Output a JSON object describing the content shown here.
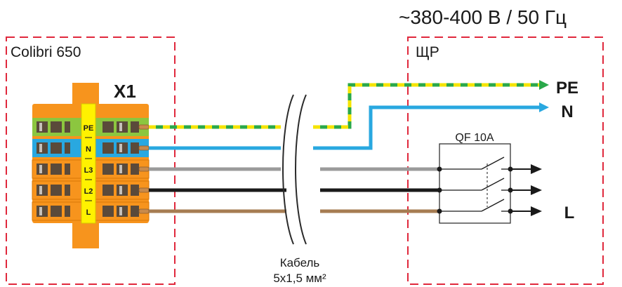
{
  "title": "~380-400 В / 50 Гц",
  "device_box": {
    "label": "Colibri 650",
    "terminal_block": "X1",
    "terminals": [
      "PE",
      "N",
      "L3",
      "L2",
      "L"
    ]
  },
  "panel_box": {
    "label": "ЩР",
    "breaker": "QF 10A",
    "outputs": {
      "pe": "PE",
      "n": "N",
      "l": "L"
    }
  },
  "cable": {
    "line1": "Кабель",
    "line2": "5х1,5 мм²"
  },
  "colors": {
    "frame_dash": "#e0283c",
    "terminal_orange": "#f7941d",
    "terminal_green": "#8cc63f",
    "terminal_blue": "#29a8e0",
    "label_strip": "#fff200",
    "wire_pe_yellow": "#f5e400",
    "wire_pe_green": "#2aa84a",
    "wire_n": "#29a8e0",
    "wire_l3": "#9b9b9b",
    "wire_l2": "#1a1a1a",
    "wire_l": "#a67c52"
  }
}
